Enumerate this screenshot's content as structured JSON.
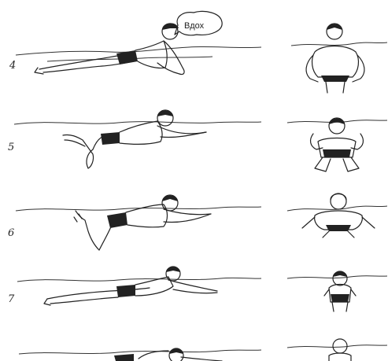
{
  "frames": [
    {
      "number": "4",
      "bubble": "Вдох"
    },
    {
      "number": "5"
    },
    {
      "number": "6"
    },
    {
      "number": "7"
    },
    {
      "number": ""
    }
  ],
  "colors": {
    "ink": "#222222",
    "background": "#ffffff"
  }
}
